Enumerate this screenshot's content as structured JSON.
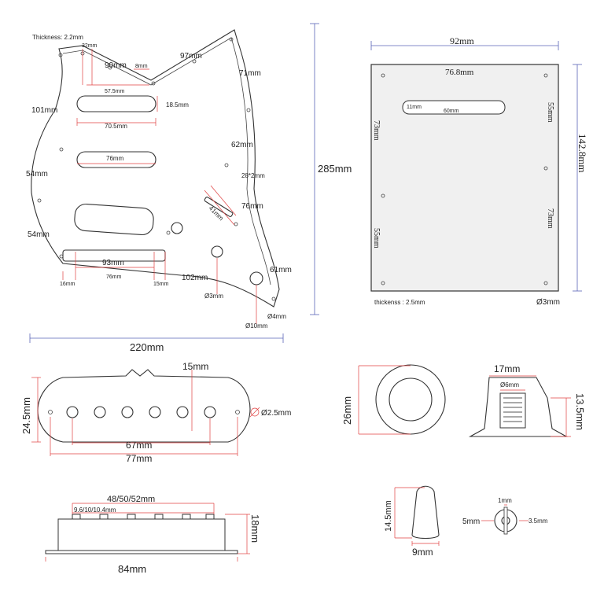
{
  "colors": {
    "dimension_line": "#e04040",
    "overall_dimension_line": "#5a64b8",
    "outline": "#333333"
  },
  "pickguard": {
    "thickness": "Thickness: 2.2mm",
    "dims": {
      "d32": "32mm",
      "d90": "90mm",
      "d8": "8mm",
      "d97": "97mm",
      "d57_5": "57.5mm",
      "d71": "71mm",
      "d101": "101mm",
      "d18_5": "18.5mm",
      "d70_5": "70.5mm",
      "d62": "62mm",
      "d76a": "76mm",
      "d28x2": "28*2mm",
      "d54a": "54mm",
      "d41": "41mm",
      "d76b": "76mm",
      "d54b": "54mm",
      "d93": "93mm",
      "d16": "16mm",
      "d76c": "76mm",
      "d15": "15mm",
      "d61": "61mm",
      "d102": "102mm",
      "d3": "Ø3mm",
      "d4": "Ø4mm",
      "d10": "Ø10mm"
    },
    "height": "285mm",
    "width": "220mm"
  },
  "backplate": {
    "width_outer": "92mm",
    "width_inner": "76.8mm",
    "slot_h": "11mm",
    "slot_w": "60mm",
    "left_73": "73mm",
    "left_55": "55mm",
    "right_55": "55mm",
    "right_73": "73mm",
    "height": "142.8mm",
    "thickness": "thickenss : 2.5mm",
    "hole": "Ø3mm"
  },
  "pickup_cover": {
    "height": "24.5mm",
    "top": "15mm",
    "hole": "Ø2.5mm",
    "inner": "67mm",
    "outer": "77mm"
  },
  "ring": {
    "diameter": "26mm"
  },
  "knob": {
    "top": "17mm",
    "shaft": "Ø6mm",
    "height": "13.5mm"
  },
  "pickup_side": {
    "spacing": "48/50/52mm",
    "pole": "9.6/10/10.4mm",
    "height": "18mm",
    "length": "84mm"
  },
  "switch_tip": {
    "height": "14.5mm",
    "width": "9mm"
  },
  "switch_hole": {
    "top": "1mm",
    "left": "5mm",
    "right": "3.5mm"
  }
}
